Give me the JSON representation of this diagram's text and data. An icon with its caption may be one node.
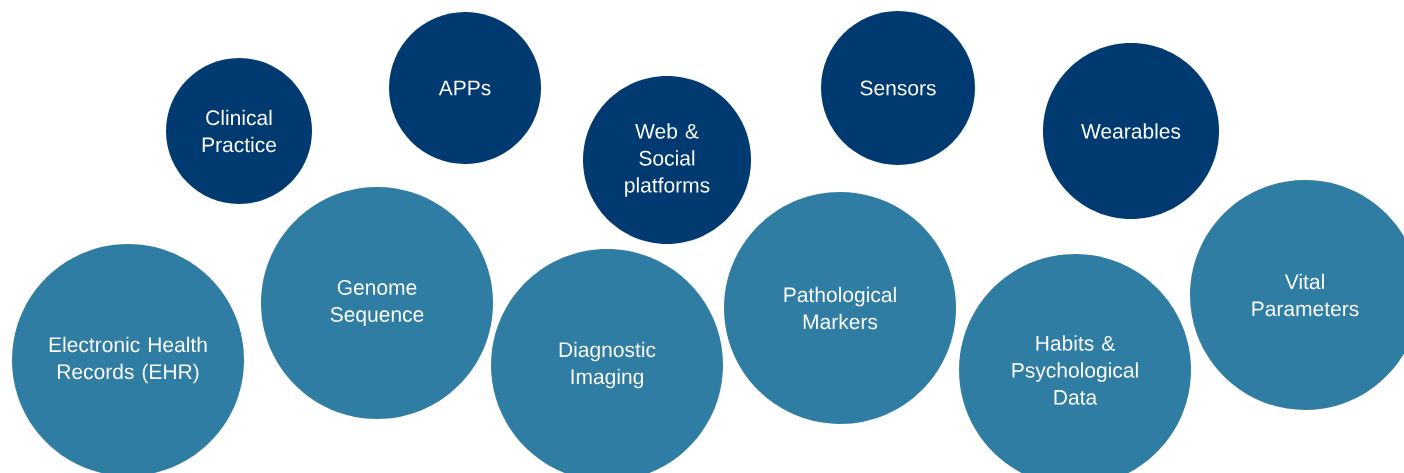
{
  "diagram": {
    "nodes": [
      {
        "text": [
          "Clinical Practice"
        ]
      },
      {
        "text": [
          "APPs"
        ]
      },
      {
        "text": [
          "Web & Social platforms"
        ]
      },
      {
        "text": [
          "Sensors"
        ]
      },
      {
        "text": [
          "Wearables"
        ]
      },
      {
        "text": [
          "Electronic Health Records (EHR)"
        ]
      },
      {
        "text": [
          "Genome Sequence"
        ]
      },
      {
        "text": [
          "Diagnostic Imaging"
        ]
      },
      {
        "text": [
          "Pathological Markers"
        ]
      },
      {
        "text": [
          "Habits & Psychological Data"
        ]
      },
      {
        "text": [
          "Vital Parameters"
        ]
      }
    ]
  }
}
